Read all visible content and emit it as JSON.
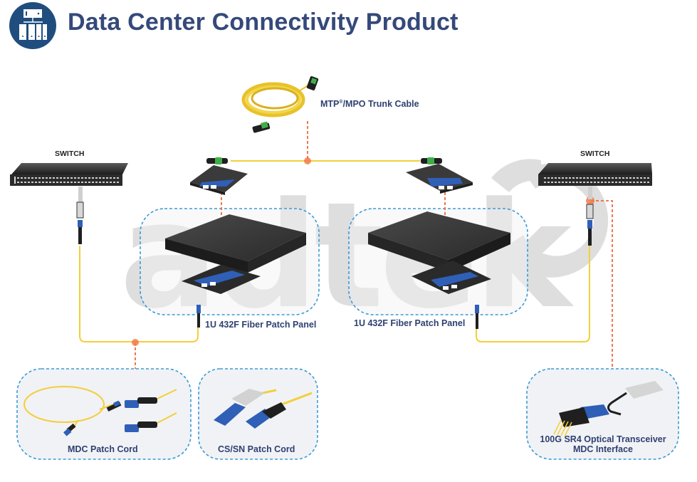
{
  "header": {
    "title": "Data Center Connectivity Product",
    "icon": "server-network-icon",
    "brand_color": "#1f4e7e",
    "title_color": "#35497a"
  },
  "watermark": {
    "text": "adtek"
  },
  "colors": {
    "fiber": "#f2cf3a",
    "callout": "#ef6a3a",
    "group_border": "#3a9bd6",
    "group_fill": "#f1f2f5",
    "label": "#2f4172",
    "connector_blue": "#2f5fb7",
    "mtp_green": "#3fae4a"
  },
  "nodes": {
    "switch_left": {
      "label": "SWITCH"
    },
    "switch_right": {
      "label": "SWITCH"
    },
    "trunk_cable": {
      "label_main": "MTP",
      "label_sup": "®",
      "label_rest": "/MPO Trunk Cable"
    },
    "panel_left": {
      "label": "1U 432F Fiber Patch Panel"
    },
    "panel_right": {
      "label": "1U 432F Fiber Patch Panel"
    }
  },
  "products": [
    {
      "id": "mdc",
      "label": "MDC Patch Cord"
    },
    {
      "id": "cssn",
      "label": "CS/SN Patch Cord"
    },
    {
      "id": "transceiver",
      "label_line1": "100G SR4 Optical Transceiver",
      "label_line2": "MDC Interface"
    }
  ]
}
